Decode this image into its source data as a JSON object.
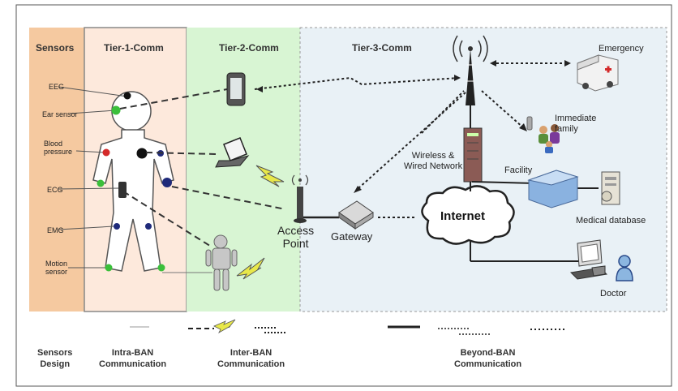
{
  "tiers": {
    "sensors": "Sensors",
    "tier1": "Tier-1-Comm",
    "tier2": "Tier-2-Comm",
    "tier3": "Tier-3-Comm"
  },
  "sensors": {
    "eeg": "EEG",
    "ear": "Ear sensor",
    "blood_pressure": [
      "Blood",
      "pressure"
    ],
    "ecg": "ECG",
    "emg": "EMG",
    "motion": [
      "Motion",
      "sensor"
    ]
  },
  "nodes": {
    "access_point": [
      "Access",
      "Point"
    ],
    "gateway": "Gateway",
    "internet": "Internet",
    "wireless_network": [
      "Wireless &",
      "Wired Network"
    ],
    "emergency": "Emergency",
    "family": [
      "Immediate",
      "family"
    ],
    "facility": "Facility",
    "medical_db": "Medical database",
    "doctor": "Doctor"
  },
  "legend": {
    "sensors_design": [
      "Sensors",
      "Design"
    ],
    "intra_ban": [
      "Intra-BAN",
      "Communication"
    ],
    "inter_ban": [
      "Inter-BAN",
      "Communication"
    ],
    "beyond_ban": [
      "Beyond-BAN",
      "Communication"
    ]
  },
  "colors": {
    "sensors_panel": "#f5c9a0",
    "tier1_panel": "#fde9dc",
    "tier2_panel": "#d8f5d3",
    "tier3_panel": "#e9f1f6",
    "sensor_green": "#3bbf3b",
    "sensor_red": "#d42a2a",
    "sensor_navy": "#1f2a7a",
    "lightning": "#e8e84a"
  }
}
